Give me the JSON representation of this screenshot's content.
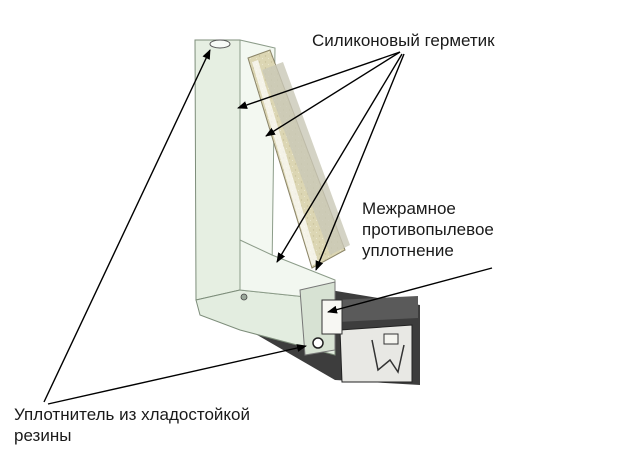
{
  "labels": {
    "silicone_sealant": "Силиконовый герметик",
    "interframe_seal": [
      "Межрамное",
      "противопылевое",
      "уплотнение"
    ],
    "frost_resistant_gasket": [
      "Уплотнитель из хладостойкой",
      "резины"
    ]
  },
  "colors": {
    "profile_face": "#e3ede0",
    "profile_light": "#f2f7f0",
    "profile_edge": "#b9c9b6",
    "glass": "#ddd8b8",
    "glass_shadow": "#bfbfad",
    "dark_section": "#3b3b3b",
    "stroke": "#222222",
    "arrow": "#000000"
  }
}
